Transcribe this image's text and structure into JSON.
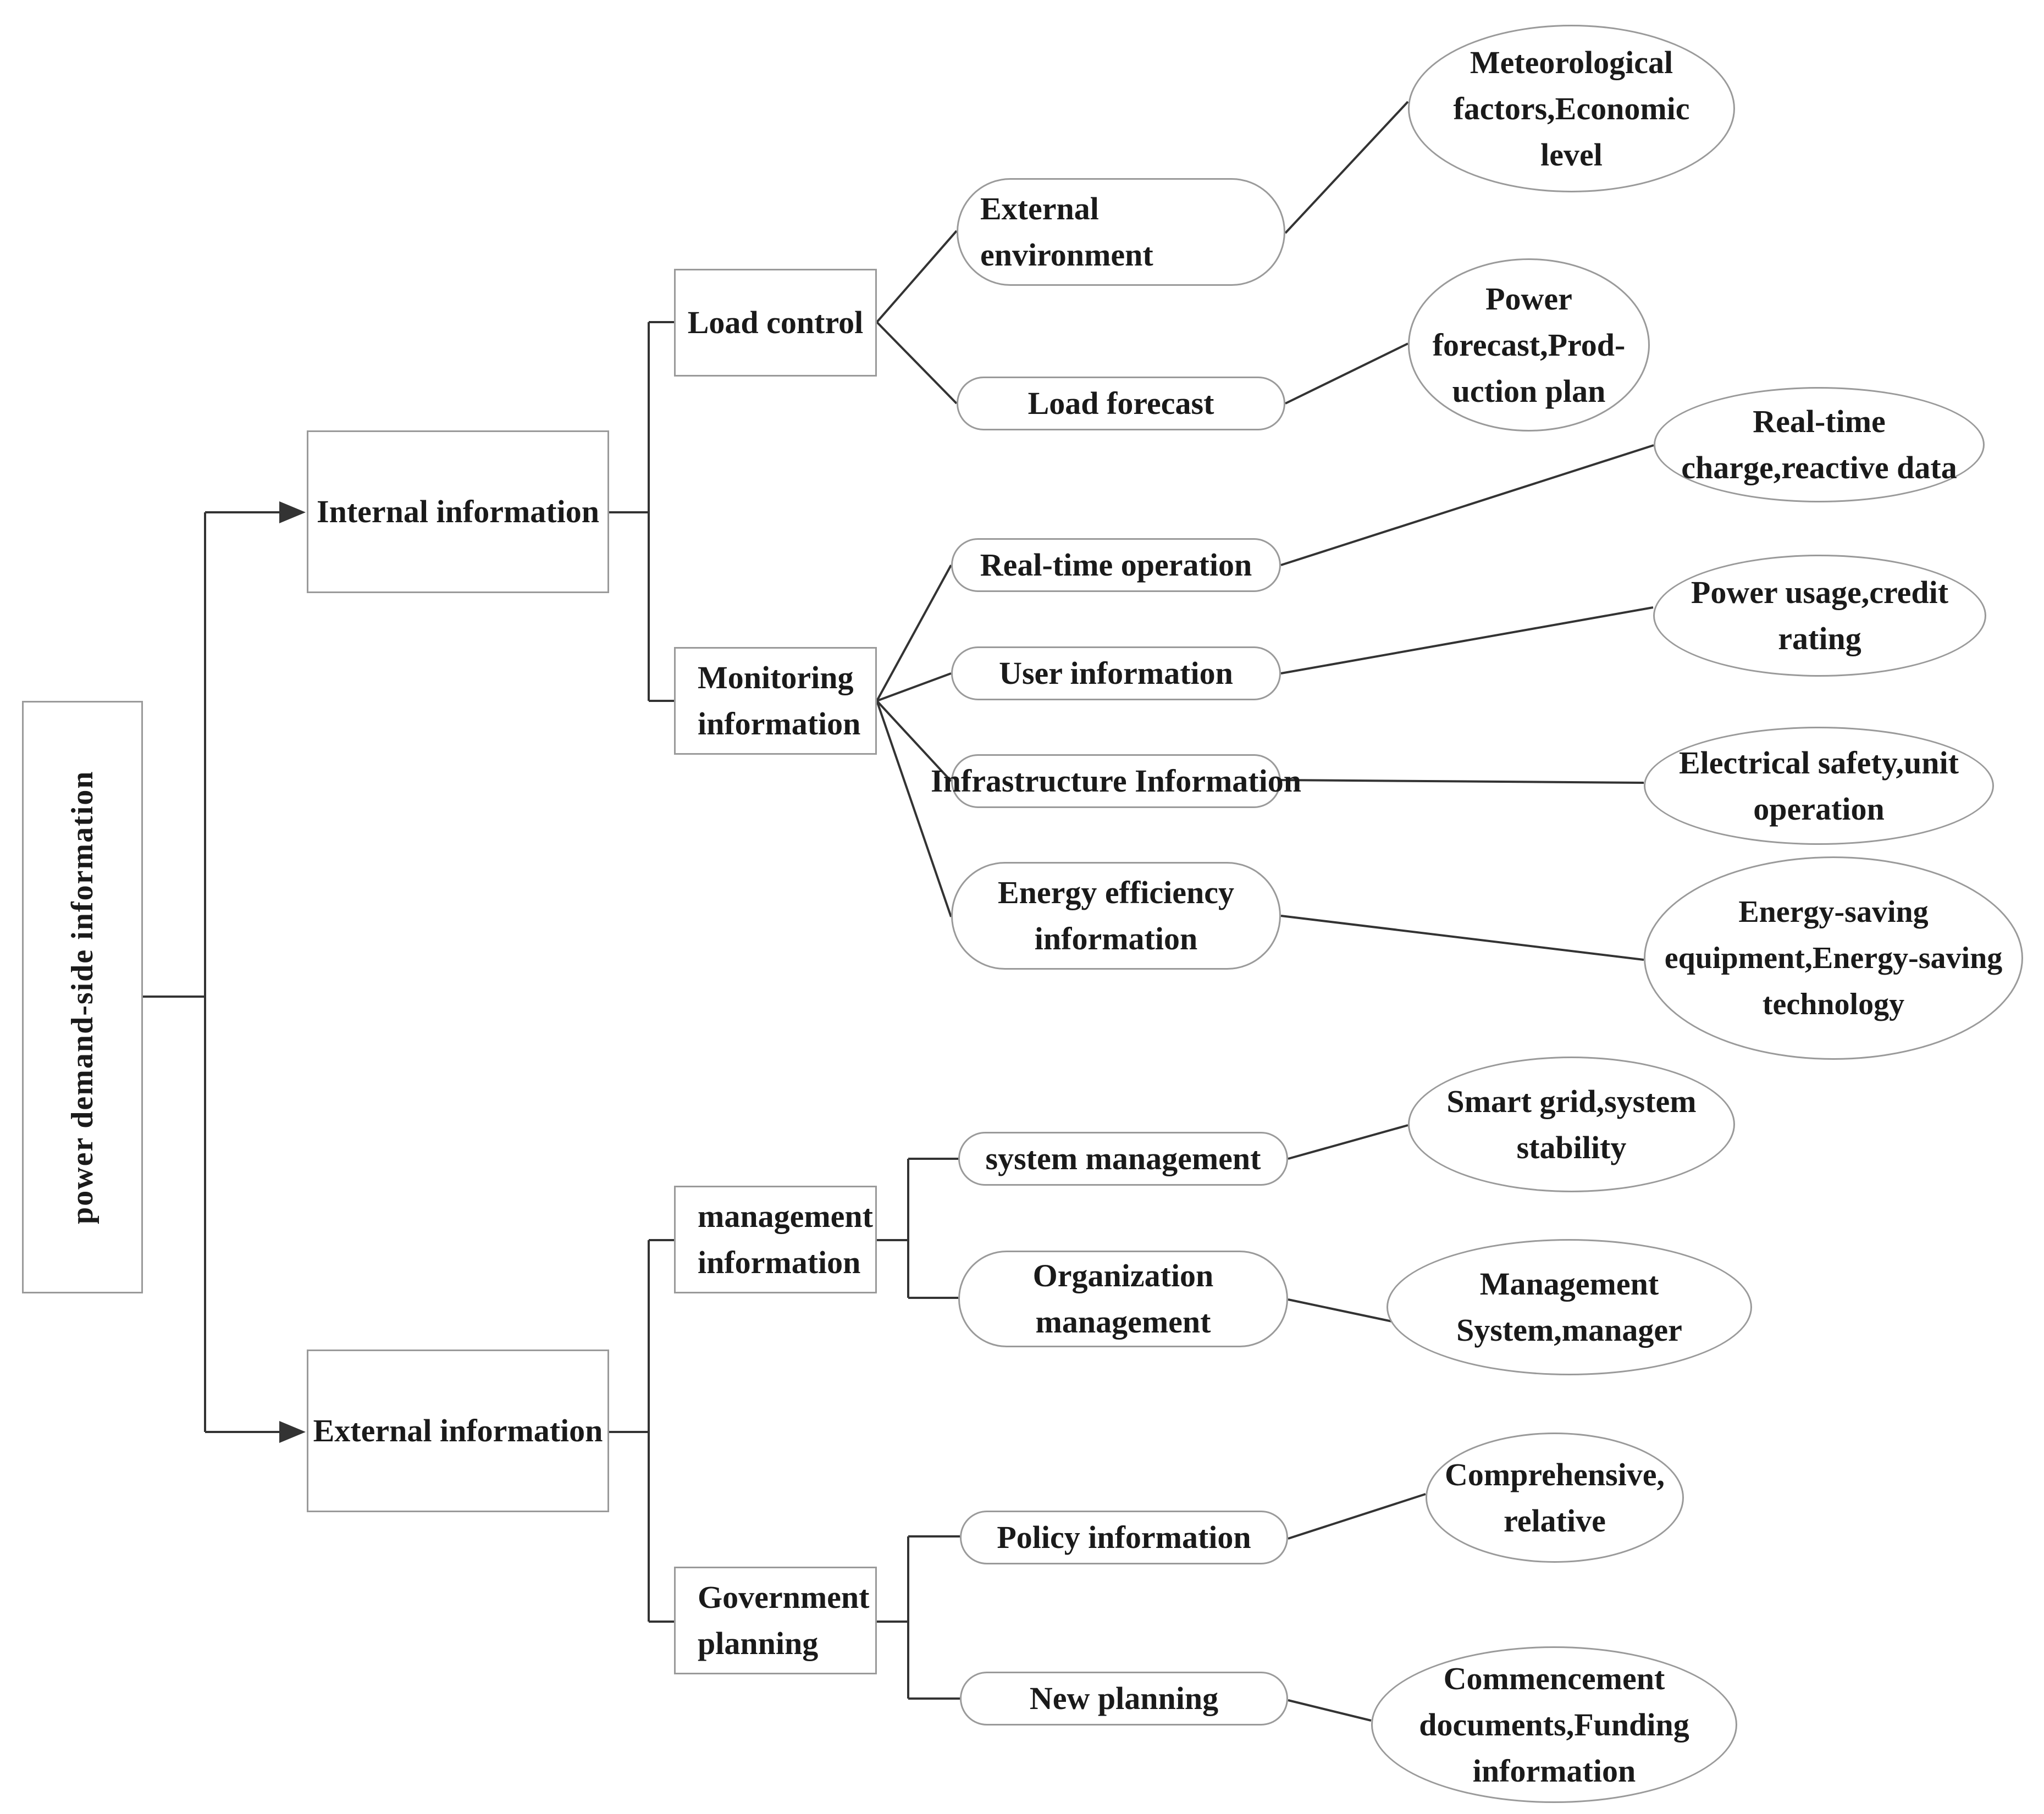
{
  "root": {
    "label": "power demand-side information"
  },
  "categories": {
    "internal": {
      "label": "Internal information"
    },
    "external": {
      "label": "External information"
    }
  },
  "groups": {
    "load_control": {
      "label": "Load control"
    },
    "monitoring": {
      "label": "Monitoring\ninformation"
    },
    "management": {
      "label": "management\ninformation"
    },
    "government": {
      "label": "Government\nplanning"
    }
  },
  "items": {
    "external_environment": {
      "label": "External\nenvironment"
    },
    "load_forecast": {
      "label": "Load forecast"
    },
    "real_time_operation": {
      "label": "Real-time operation"
    },
    "user_information": {
      "label": "User information"
    },
    "infrastructure_information": {
      "label": "Infrastructure Information"
    },
    "energy_efficiency": {
      "label": "Energy efficiency\ninformation"
    },
    "system_management": {
      "label": "system management"
    },
    "organization_management": {
      "label": "Organization\nmanagement"
    },
    "policy_information": {
      "label": "Policy information"
    },
    "new_planning": {
      "label": "New planning"
    }
  },
  "details": {
    "meteorological": {
      "label": "Meteorological\nfactors,Economic\nlevel"
    },
    "power_forecast": {
      "label": "Power\nforecast,Prod-\nuction plan"
    },
    "real_time_charge": {
      "label": "Real-time\ncharge,reactive data"
    },
    "power_usage": {
      "label": "Power usage,credit\nrating"
    },
    "electrical_safety": {
      "label": "Electrical safety,unit\noperation"
    },
    "energy_saving": {
      "label": "Energy-saving\nequipment,Energy-saving\ntechnology"
    },
    "smart_grid": {
      "label": "Smart grid,system\nstability"
    },
    "management_system": {
      "label": "Management\nSystem,manager"
    },
    "comprehensive": {
      "label": "Comprehensive,\nrelative"
    },
    "commencement": {
      "label": "Commencement\ndocuments,Funding\ninformation"
    }
  },
  "colors": {
    "line": "#333333",
    "border": "#9a9a9a",
    "text": "#1a1a1a"
  }
}
